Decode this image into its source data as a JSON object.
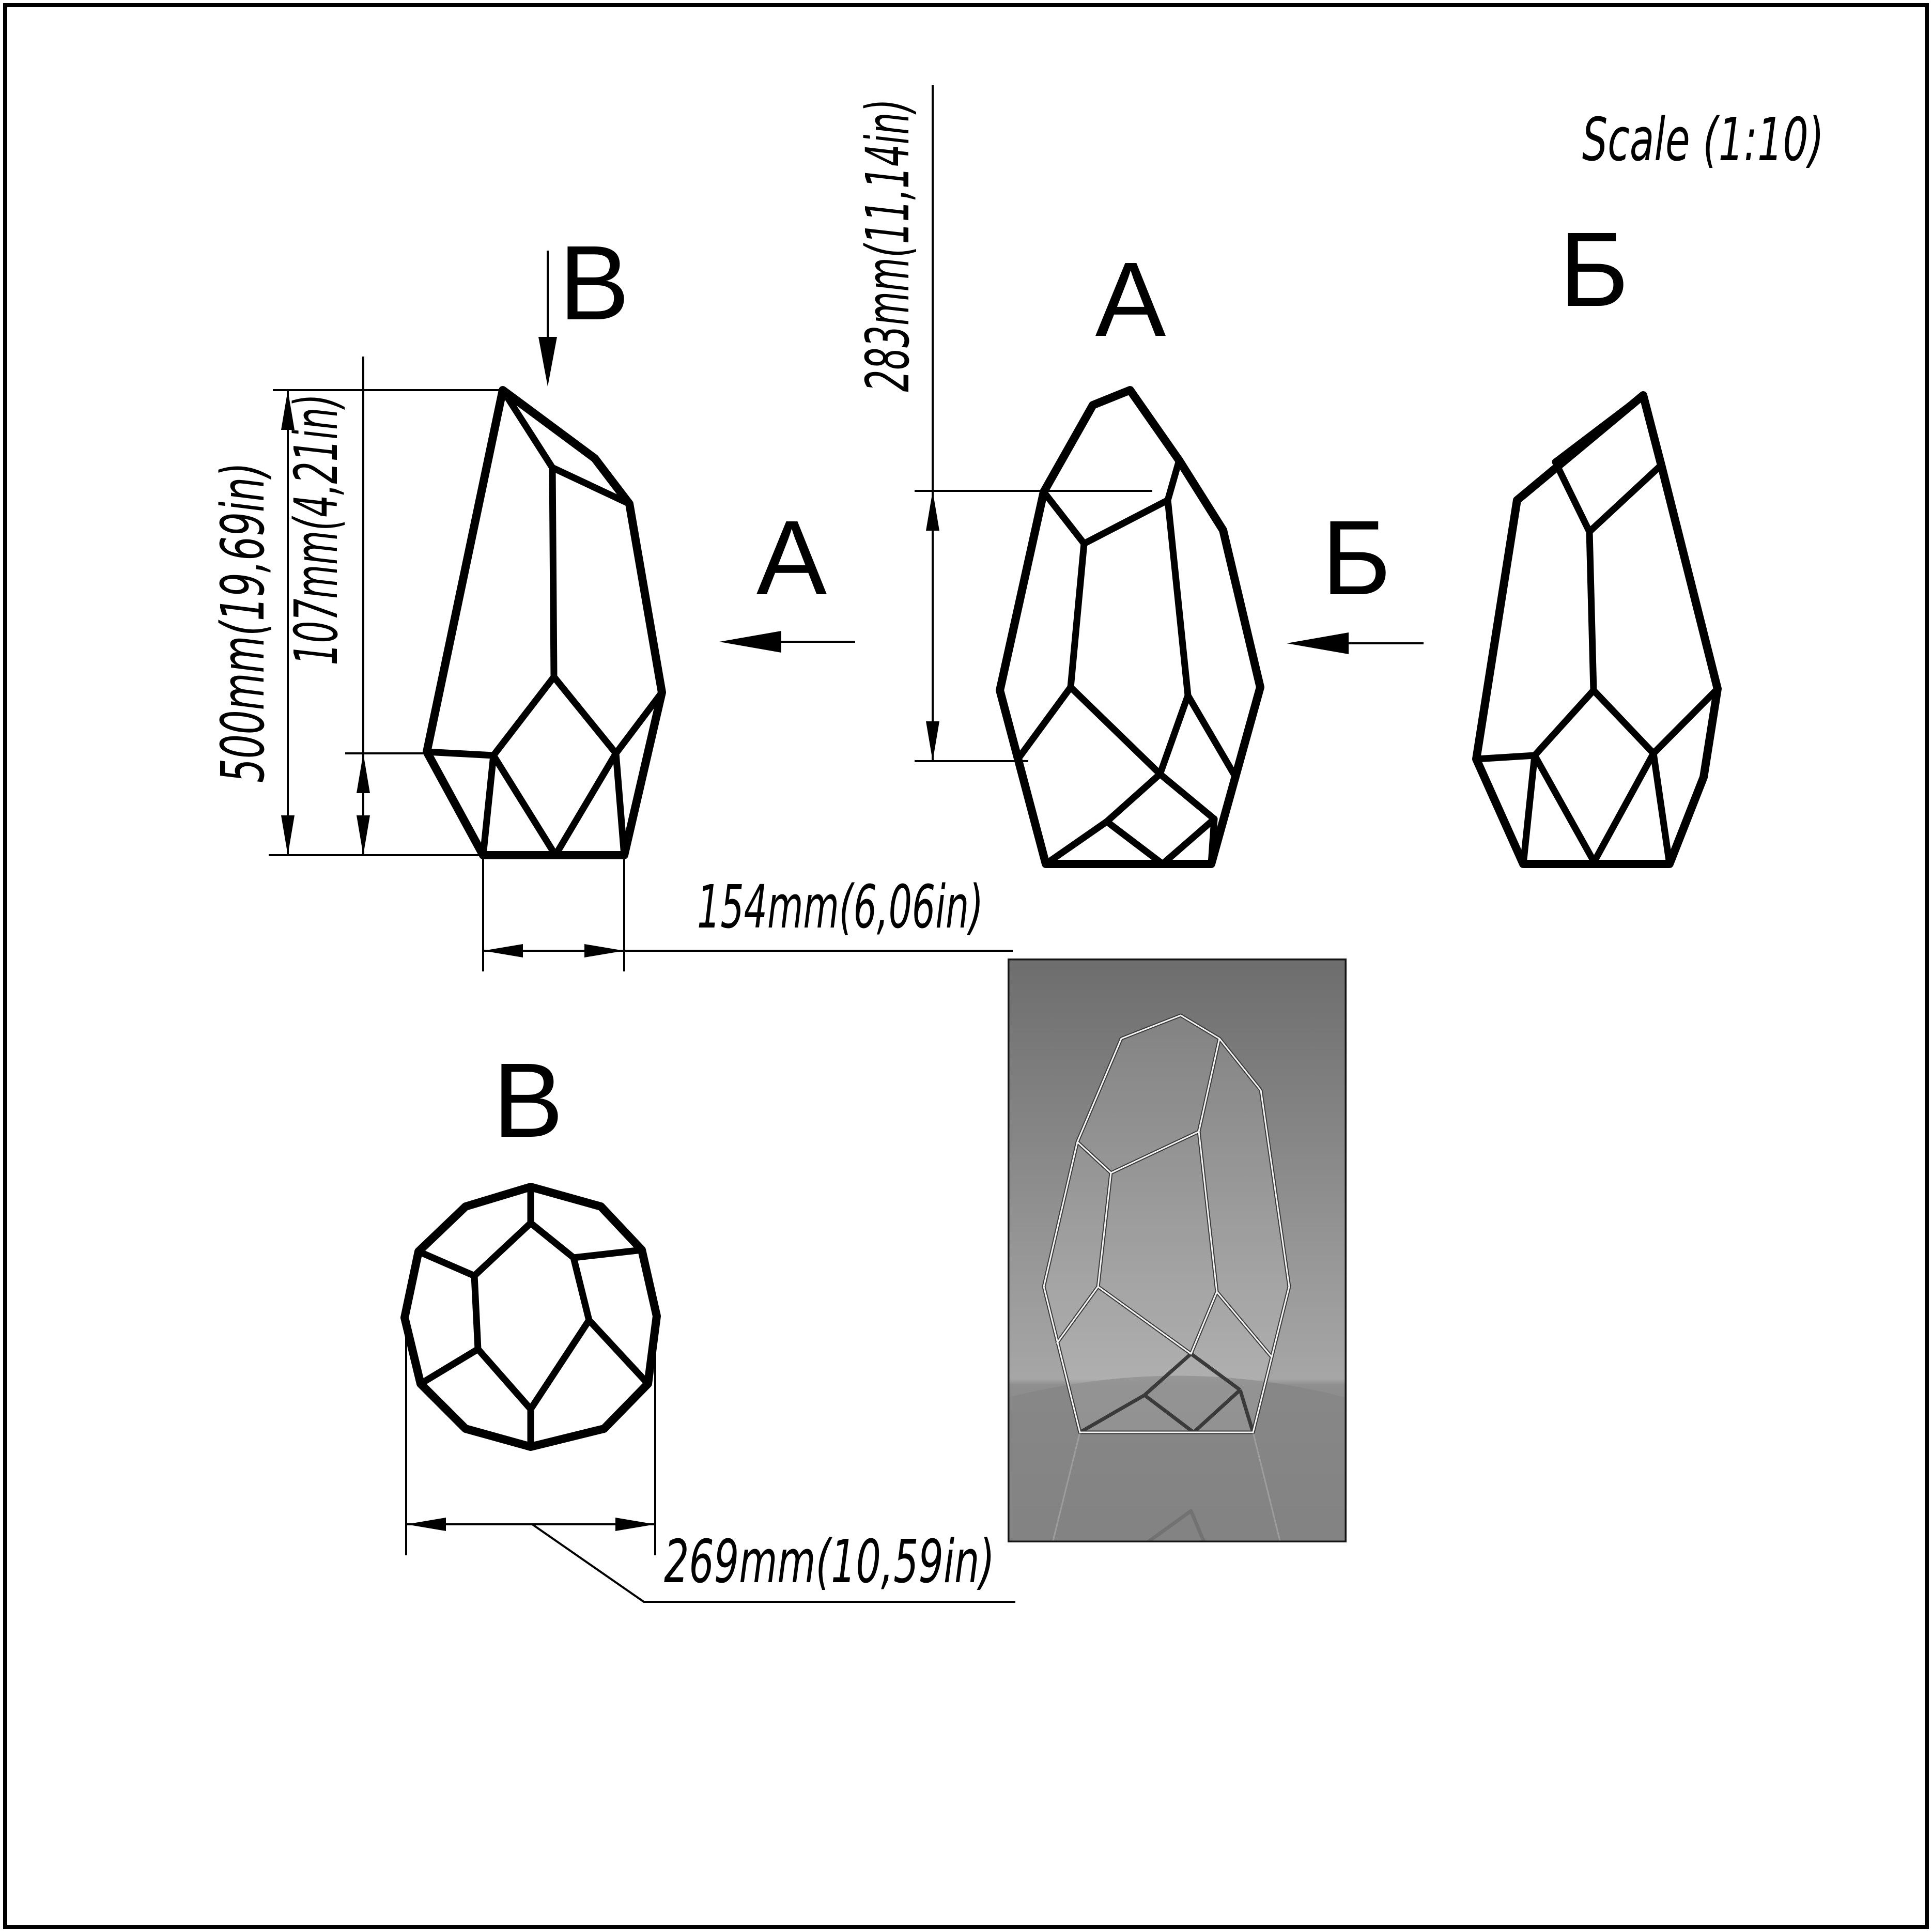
{
  "sheet": {
    "scale_note": "Scale (1:10)",
    "background_color": "#ffffff",
    "line_color": "#000000"
  },
  "view_labels": {
    "top_view": "В",
    "front_view": "А",
    "side_view": "Б",
    "bottom_view": "В"
  },
  "dimensions": {
    "overall_height": "500mm(19,69in)",
    "base_band_height": "107mm(4,21in)",
    "upper_height": "283mm(11,14in)",
    "base_width": "154mm(6,06in)",
    "max_width": "269mm(10,59in)"
  }
}
